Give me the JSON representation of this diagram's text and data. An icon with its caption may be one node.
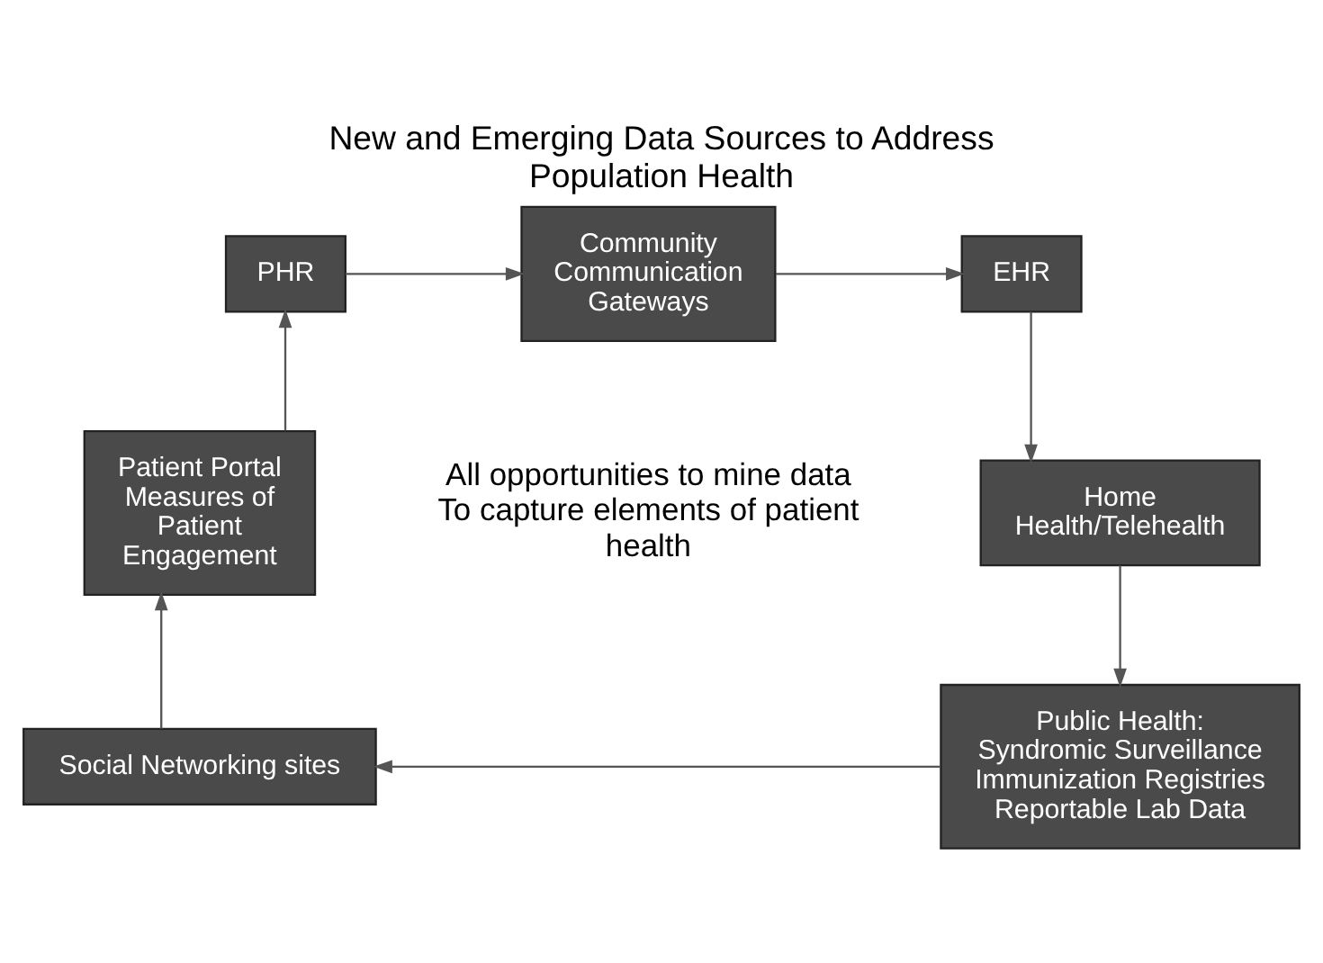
{
  "diagram": {
    "title": "New and Emerging Data Sources to Address Population Health",
    "nodes": [
      {
        "text": [
          "PHR"
        ]
      },
      {
        "text": [
          "Community Communication Gateways"
        ]
      },
      {
        "text": [
          "EHR"
        ]
      },
      {
        "text": [
          "Home Health/Telehealth"
        ]
      },
      {
        "text": [
          "Public Health:",
          "Syndromic Surveillance",
          "Immunization Registries",
          "Reportable Lab Data"
        ]
      },
      {
        "text": [
          "Social Networking sites"
        ]
      },
      {
        "text": [
          "Patient Portal Measures of Patient Engagement"
        ]
      }
    ],
    "edges": [
      {
        "from": 0,
        "to": 1,
        "arrow": "to"
      },
      {
        "from": 1,
        "to": 2,
        "arrow": "to"
      },
      {
        "from": 2,
        "to": 3,
        "arrow": "to"
      },
      {
        "from": 3,
        "to": 4,
        "arrow": "to"
      },
      {
        "from": 4,
        "to": 5,
        "arrow": "to"
      },
      {
        "from": 5,
        "to": 6,
        "arrow": "to"
      },
      {
        "from": 6,
        "to": 0,
        "arrow": "to"
      }
    ],
    "labels": [
      "All opportunities to mine data To capture elements of patient health"
    ]
  }
}
